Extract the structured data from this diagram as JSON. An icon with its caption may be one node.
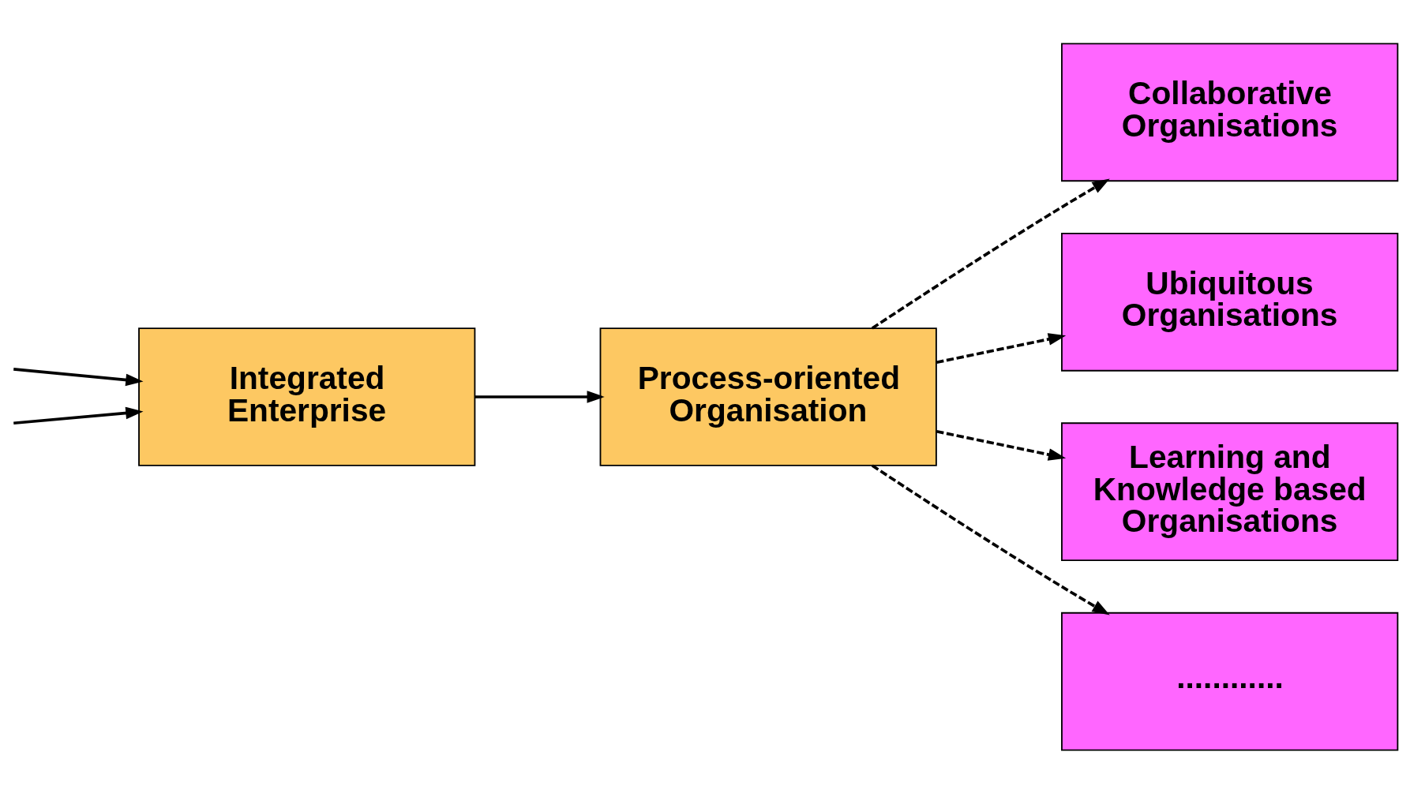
{
  "diagram": {
    "nodes": [
      {
        "text": [
          "Integrated Enterprise"
        ]
      },
      {
        "text": [
          "Process-oriented Organisation"
        ]
      },
      {
        "text": [
          "Collaborative Organisations"
        ]
      },
      {
        "text": [
          "Ubiquitous Organisations"
        ]
      },
      {
        "text": [
          "Learning and Knowledge based Organisations"
        ]
      },
      {
        "text": [
          "............"
        ]
      }
    ],
    "edges": [
      {
        "from": null,
        "to": 0,
        "arrow": "to"
      },
      {
        "from": null,
        "to": 0,
        "arrow": "to"
      },
      {
        "from": 0,
        "to": 1,
        "arrow": "to"
      },
      {
        "from": 1,
        "to": 2,
        "arrow": "to",
        "style": "dashed"
      },
      {
        "from": 1,
        "to": 3,
        "arrow": "to",
        "style": "dashed"
      },
      {
        "from": 1,
        "to": 4,
        "arrow": "to",
        "style": "dashed"
      },
      {
        "from": 1,
        "to": 5,
        "arrow": "to",
        "style": "dashed"
      }
    ]
  }
}
